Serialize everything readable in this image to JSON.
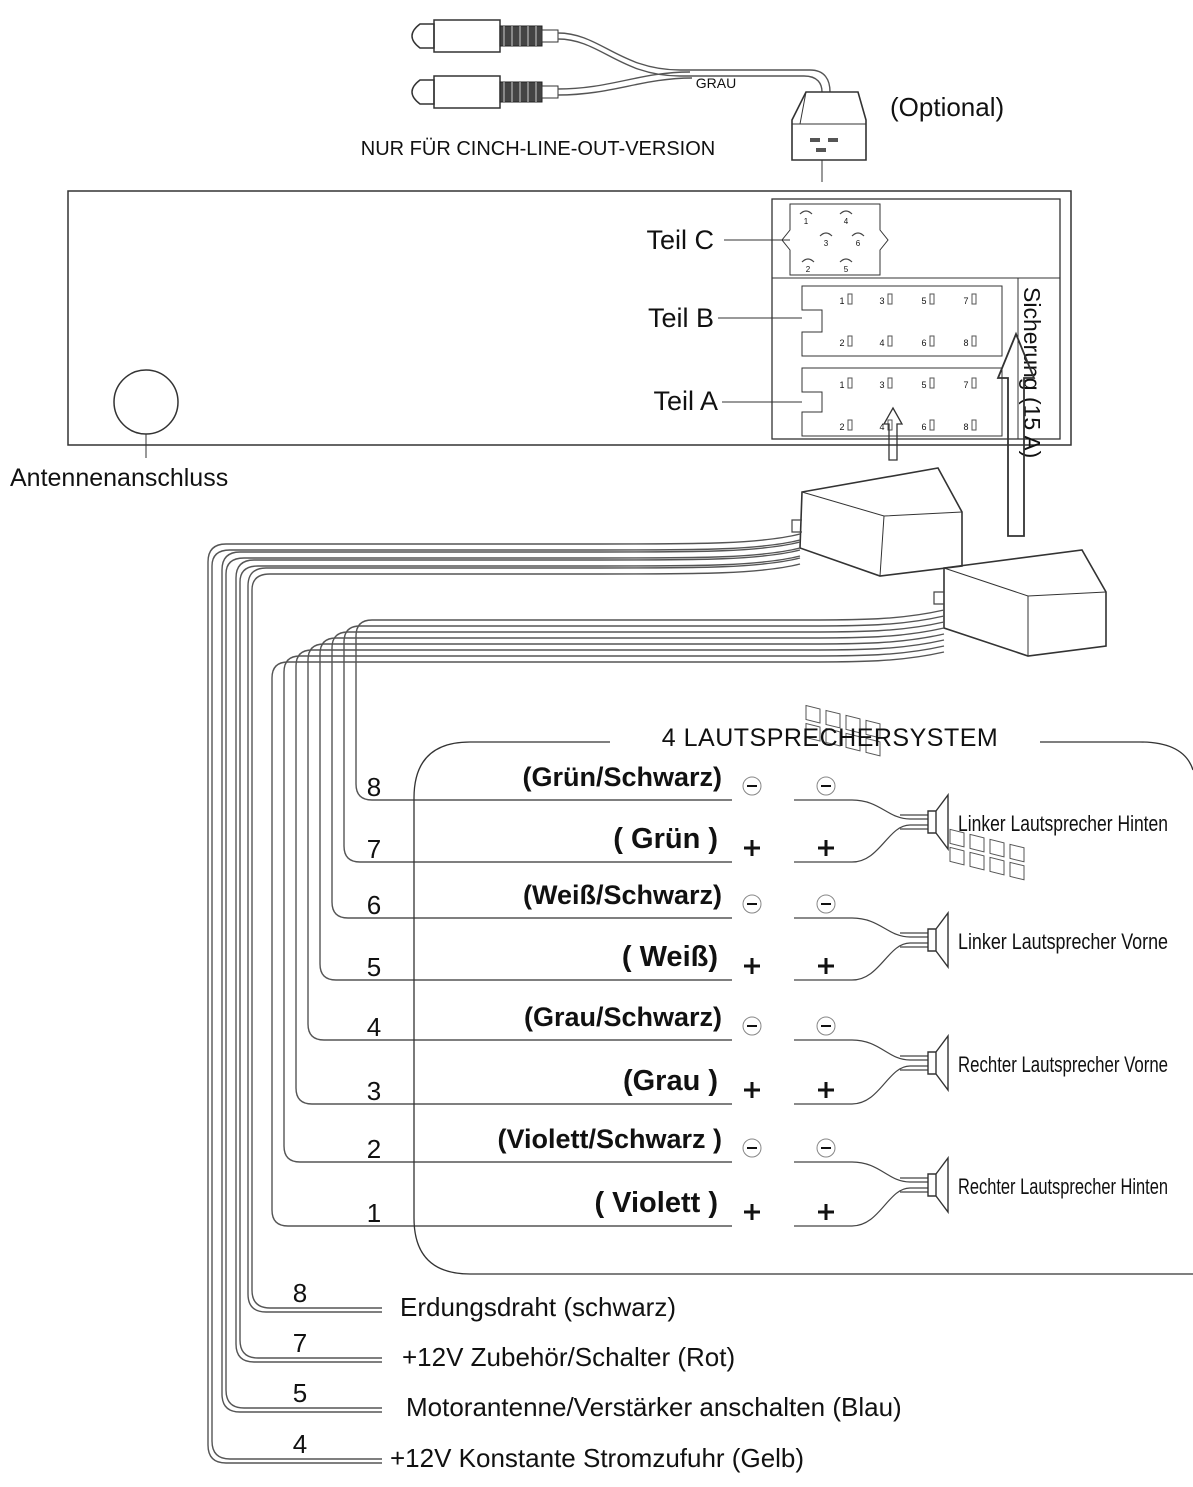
{
  "rca": {
    "wire_color_label": "GRAU",
    "optional_label": "(Optional)",
    "version_note": "NUR FÜR CINCH-LINE-OUT-VERSION"
  },
  "head_unit": {
    "antenna_label": "Antennenanschluss",
    "part_c_label": "Teil C",
    "part_b_label": "Teil B",
    "part_a_label": "Teil A",
    "fuse_label": "Sicherung (15 A)",
    "part_c_pins": [
      "1",
      "4",
      "3",
      "6",
      "2",
      "5"
    ],
    "part_b_pins_top": [
      "1",
      "3",
      "5",
      "7"
    ],
    "part_b_pins_bottom": [
      "2",
      "4",
      "6",
      "8"
    ],
    "part_a_pins_top": [
      "1",
      "3",
      "5",
      "7"
    ],
    "part_a_pins_bottom": [
      "2",
      "4",
      "6",
      "8"
    ]
  },
  "speaker_system": {
    "title": "4 LAUTSPRECHERSYSTEM",
    "wires": [
      {
        "pin": "8",
        "label": "(Grün/Schwarz)",
        "polarity": "-"
      },
      {
        "pin": "7",
        "label": "( Grün )",
        "polarity": "+"
      },
      {
        "pin": "6",
        "label": "(Weiß/Schwarz)",
        "polarity": "-"
      },
      {
        "pin": "5",
        "label": "( Weiß)",
        "polarity": "+"
      },
      {
        "pin": "4",
        "label": "(Grau/Schwarz)",
        "polarity": "-"
      },
      {
        "pin": "3",
        "label": "(Grau )",
        "polarity": "+"
      },
      {
        "pin": "2",
        "label": "(Violett/Schwarz )",
        "polarity": "-"
      },
      {
        "pin": "1",
        "label": "( Violett )",
        "polarity": "+"
      }
    ],
    "speakers": [
      "Linker Lautsprecher Hinten",
      "Linker Lautsprecher Vorne",
      "Rechter Lautsprecher Vorne",
      "Rechter Lautsprecher Hinten"
    ]
  },
  "power_wires": [
    {
      "pin": "8",
      "label": "Erdungsdraht (schwarz)"
    },
    {
      "pin": "7",
      "label": "+12V Zubehör/Schalter (Rot)"
    },
    {
      "pin": "5",
      "label": "Motorantenne/Verstärker anschalten (Blau)"
    },
    {
      "pin": "4",
      "label": "+12V Konstante Stromzufuhr (Gelb)"
    }
  ]
}
